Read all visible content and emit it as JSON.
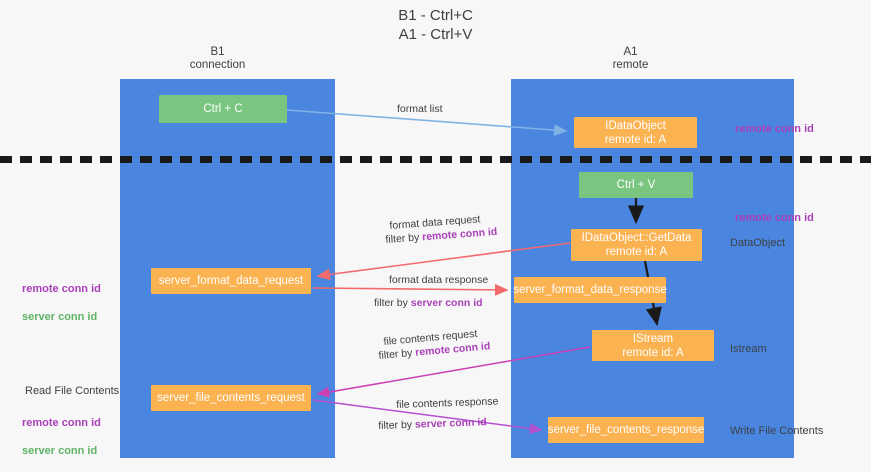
{
  "title": "B1 - Ctrl+C\nA1 - Ctrl+V",
  "lanes": [
    {
      "name": "b1",
      "header": "B1\nconnection"
    },
    {
      "name": "a1",
      "header": "A1\nremote"
    }
  ],
  "nodes": [
    {
      "id": "ctrl-c",
      "label": "Ctrl + C",
      "color": "#7ac57f"
    },
    {
      "id": "idataobject",
      "label": "IDataObject\nremote id: A",
      "color": "#fbb251"
    },
    {
      "id": "ctrl-v",
      "label": "Ctrl + V",
      "color": "#7ac57f"
    },
    {
      "id": "idataobject-getdata",
      "label": "IDataObject::GetData\nremote id: A",
      "color": "#fbb251"
    },
    {
      "id": "server-format-data-request",
      "label": "server_format_data_request",
      "color": "#fbb251"
    },
    {
      "id": "server-format-data-response",
      "label": "server_format_data_response",
      "color": "#fbb251"
    },
    {
      "id": "istream",
      "label": "IStream\nremote id: A",
      "color": "#fbb251"
    },
    {
      "id": "server-file-contents-request",
      "label": "server_file_contents_request",
      "color": "#fbb251"
    },
    {
      "id": "server-file-contents-response",
      "label": "server_file_contents_response",
      "color": "#fbb251"
    }
  ],
  "side_labels": {
    "remote_conn_id_top": "remote conn id",
    "remote_conn_id_mid": "remote conn id",
    "data_object": "DataObject",
    "istream": "Istream",
    "write_file_contents": "Write File Contents",
    "read_file_contents": "Read File Contents",
    "left_ids_mid_remote": "remote conn id",
    "left_ids_mid_server": "server conn id",
    "left_ids_bottom_remote": "remote conn id",
    "left_ids_bottom_server": "server conn id"
  },
  "arrow_labels": {
    "format_list": "format list",
    "format_data_request": "format data request",
    "format_data_request_filter_prefix": "filter by ",
    "format_data_request_filter_key": "remote conn id",
    "format_data_response": "format data response",
    "format_data_response_filter_prefix": "filter by ",
    "format_data_response_filter_key": "server conn id",
    "file_contents_request": "file contents request",
    "file_contents_request_filter_prefix": "filter by ",
    "file_contents_request_filter_key": "remote conn id",
    "file_contents_response": "file contents response",
    "file_contents_response_filter_prefix": "filter by ",
    "file_contents_response_filter_key": "server conn id"
  },
  "colors": {
    "lane": "#4a86e0",
    "green_node": "#7ac57f",
    "orange_node": "#fbb251",
    "purple_text": "#a940b8",
    "green_text": "#5fb367",
    "arrow_light_blue": "#7fb3e3",
    "arrow_red": "#f26a6a",
    "arrow_magenta": "#cc3fb5",
    "arrow_purple": "#b44fd0",
    "arrow_black": "#1a1a1a",
    "divider": "#1a1a1a",
    "background": "#f7f7f7"
  }
}
